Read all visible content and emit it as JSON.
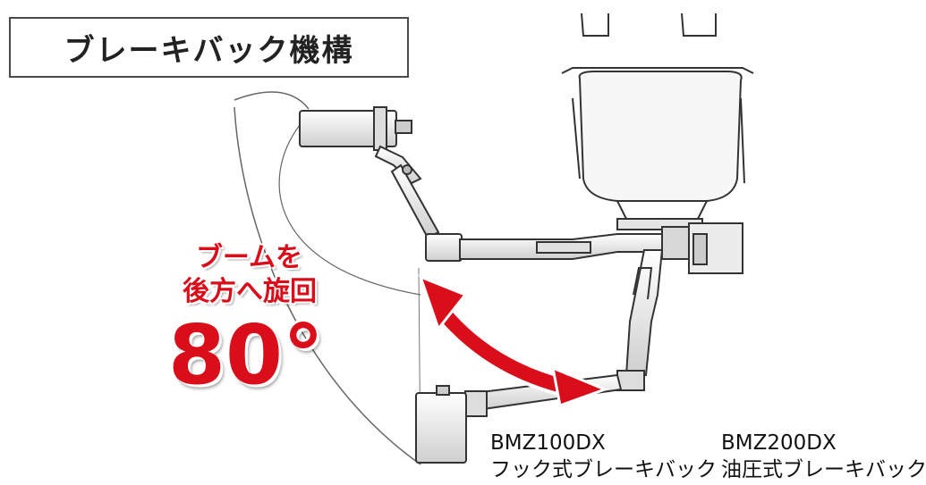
{
  "title": "ブレーキバック機構",
  "callout": {
    "line1": "ブームを",
    "line2": "後方へ旋回",
    "angle": "80°"
  },
  "labels": [
    {
      "model": "BMZ100DX",
      "type": "フック式ブレーキバック"
    },
    {
      "model": "BMZ200DX",
      "type": "油圧式ブレーキバック"
    }
  ],
  "colors": {
    "accent": "#d90e1a",
    "line": "#333333",
    "fill": "#f2f2f2"
  }
}
